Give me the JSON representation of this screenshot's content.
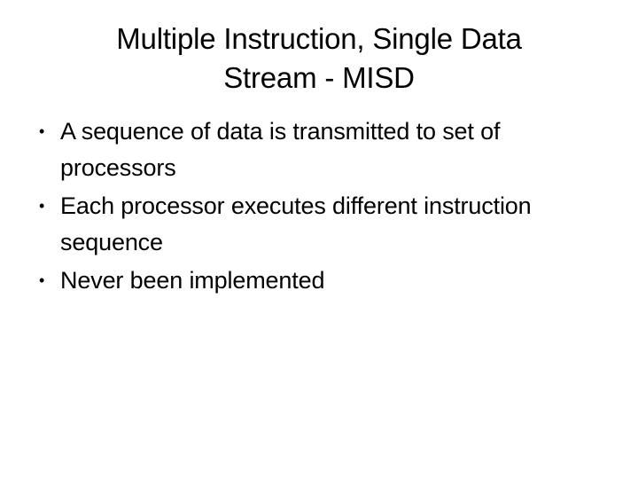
{
  "slide": {
    "background_color": "#ffffff",
    "text_color": "#000000",
    "title": {
      "full_text": "Multiple Instruction, Single Data Stream - MISD",
      "lines": [
        "Multiple Instruction, Single Data",
        "Stream - MISD"
      ]
    },
    "body": {
      "bullet_glyph": "•",
      "bullets": [
        {
          "text": "A sequence of data is transmitted to set of processors"
        },
        {
          "text": "Each processor executes different instruction sequence"
        },
        {
          "text": "Never been implemented"
        }
      ]
    }
  }
}
